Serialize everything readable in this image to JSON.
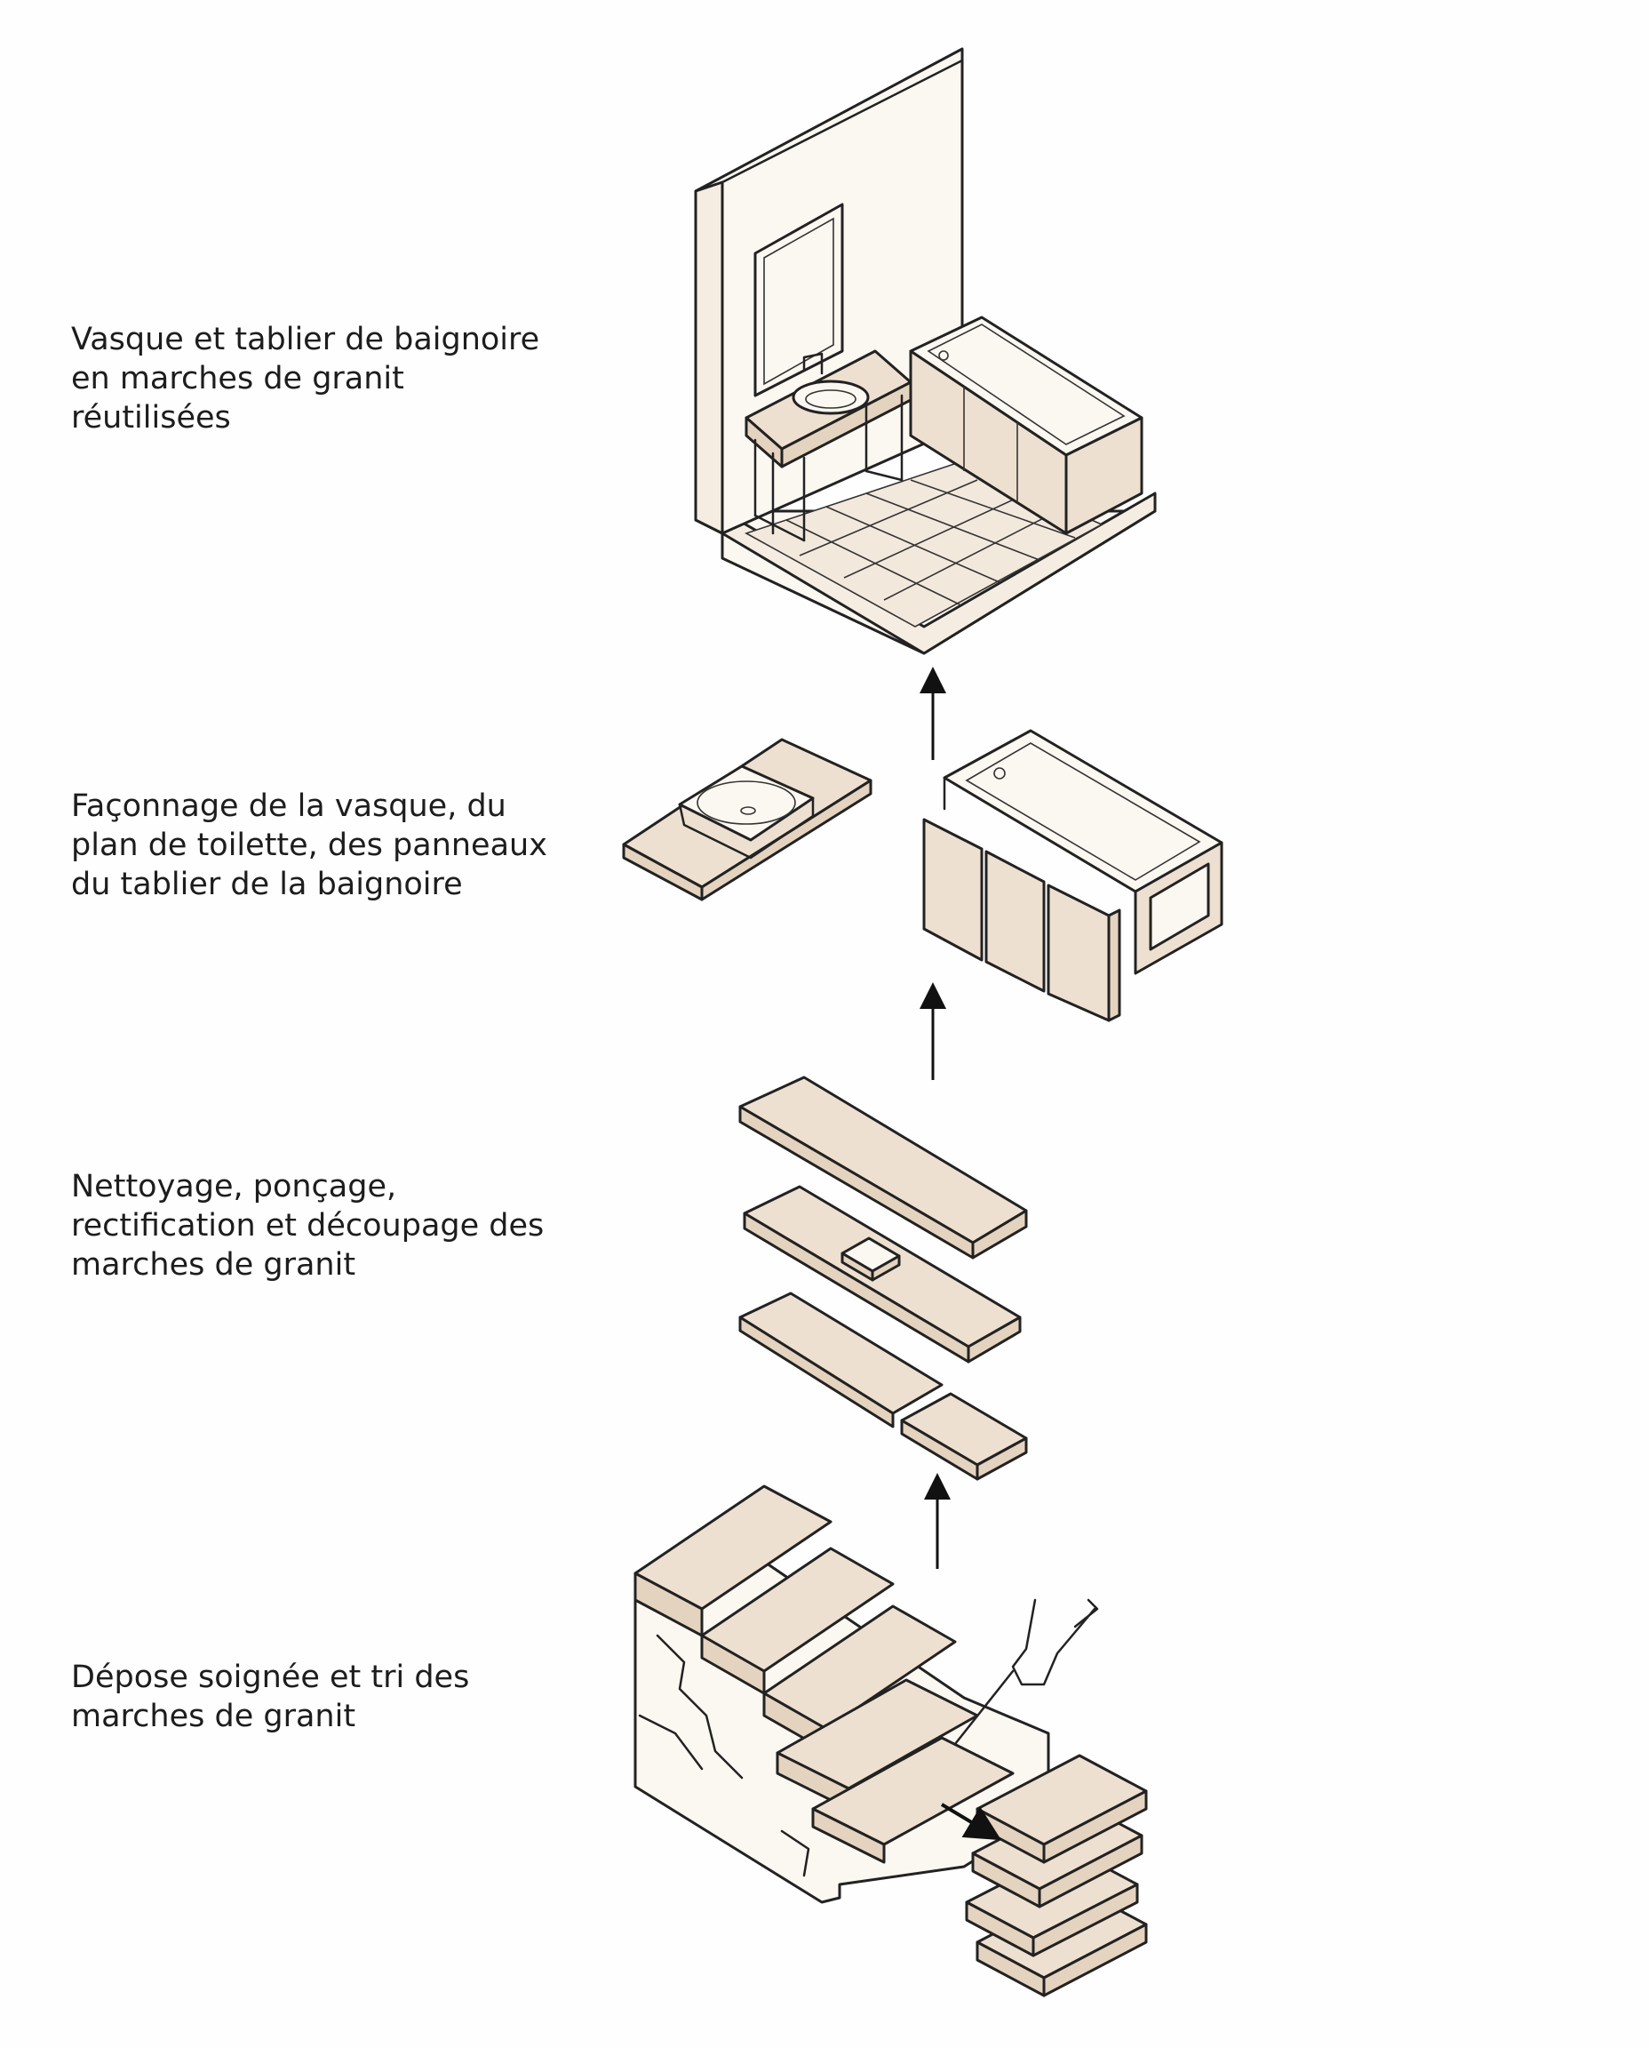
{
  "steps": [
    {
      "caption": "Vasque et tablier de baignoire\nen marches de granit\nréutilisées"
    },
    {
      "caption": "Façonnage de la vasque, du\nplan de toilette, des panneaux\ndu tablier de la baignoire"
    },
    {
      "caption": "Nettoyage, ponçage,\nrectification et découpage des\nmarches de granit"
    },
    {
      "caption": "Dépose soignée et tri des\nmarches de granit"
    }
  ],
  "colors": {
    "granite": "#ede0d0",
    "ink": "#222222",
    "background": "#fefefe"
  }
}
